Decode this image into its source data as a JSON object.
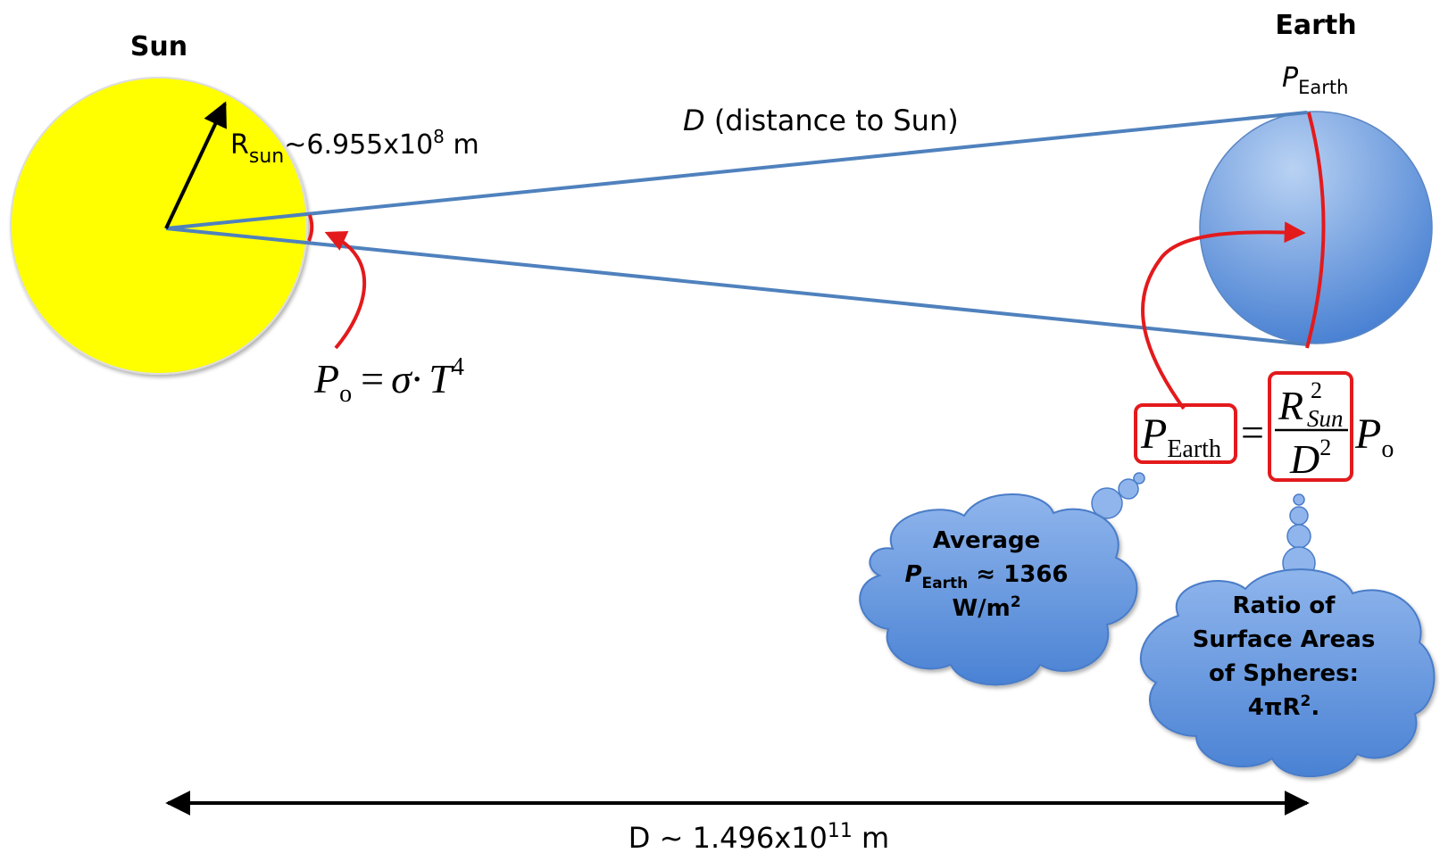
{
  "labels": {
    "sun": "Sun",
    "earth": "Earth",
    "p_earth_top": {
      "p": "P",
      "sub": "Earth"
    },
    "radius": {
      "r": "R",
      "sub": "sun",
      "value": "~6.955x10",
      "exp": "8",
      "unit": " m"
    },
    "distance": {
      "d": "D",
      "rest": " (distance to Sun)"
    },
    "bottom_distance": {
      "base": "D ~ 1.496x10",
      "exp": "11",
      "unit": " m"
    }
  },
  "equations": {
    "po": {
      "p": "P",
      "sub": "o",
      "eq": "=",
      "sigma": "σ·",
      "t": "T",
      "exp": "4"
    },
    "main": {
      "lhs_p": "P",
      "lhs_sub": "Earth",
      "eq": "=",
      "num_r": "R",
      "num_sup": "2",
      "num_sub": "Sun",
      "den_d": "D",
      "den_sup": "2",
      "rhs_p": "P",
      "rhs_sub": "o"
    }
  },
  "clouds": {
    "average": {
      "line1": "Average",
      "line2_p": "P",
      "line2_sub": "Earth",
      "line2_rest": " ≈ 1366",
      "line3_unit": "W/m",
      "line3_exp": "2"
    },
    "ratio": {
      "line1": "Ratio of",
      "line2": "Surface Areas",
      "line3": "of Spheres:",
      "line4_base": "4πR",
      "line4_exp": "2",
      "line4_end": "."
    }
  },
  "colors": {
    "sun_fill": "#ffff00",
    "earth_top": "#a7c4ee",
    "earth_bottom": "#3c78d0",
    "beam": "#4f81bd",
    "highlight": "#e31a1c",
    "cloud": "#6a9be0"
  }
}
